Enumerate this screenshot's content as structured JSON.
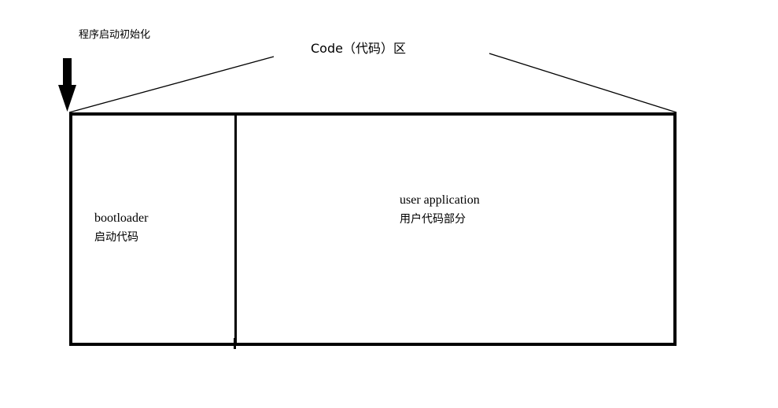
{
  "diagram": {
    "title": "Code（代码）区",
    "annotation": {
      "init_label": "程序启动初始化",
      "arrow_icon": "down-arrow-icon"
    },
    "regions": [
      {
        "id": "bootloader",
        "name_en": "bootloader",
        "name_cn": "启动代码"
      },
      {
        "id": "user-application",
        "name_en": "user application",
        "name_cn": "用户代码部分"
      }
    ],
    "colors": {
      "background": "#ffffff",
      "stroke": "#000000",
      "text": "#000000"
    }
  }
}
